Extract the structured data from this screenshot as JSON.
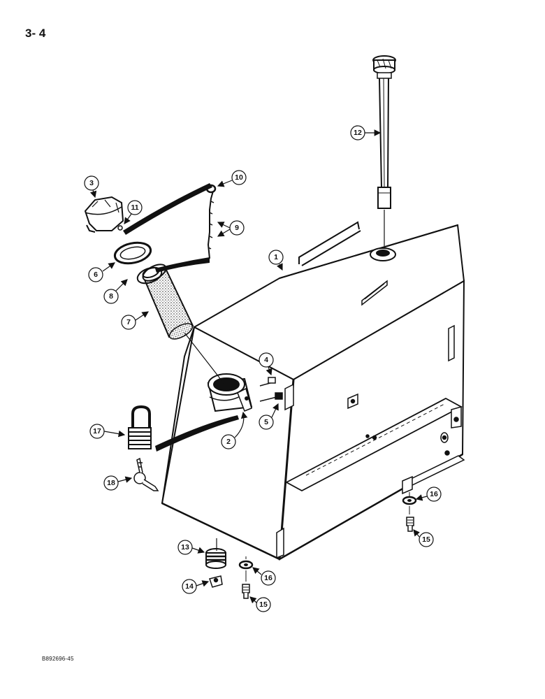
{
  "page_number": "3- 4",
  "document_code": "B892696-45",
  "callouts": {
    "c1": "1",
    "c2": "2",
    "c3": "3",
    "c4": "4",
    "c5": "5",
    "c6": "6",
    "c7": "7",
    "c8": "8",
    "c9": "9",
    "c10": "10",
    "c11": "11",
    "c12": "12",
    "c13": "13",
    "c14": "14",
    "c15a": "15",
    "c15b": "15",
    "c16a": "16",
    "c16b": "16",
    "c17": "17",
    "c18": "18"
  }
}
